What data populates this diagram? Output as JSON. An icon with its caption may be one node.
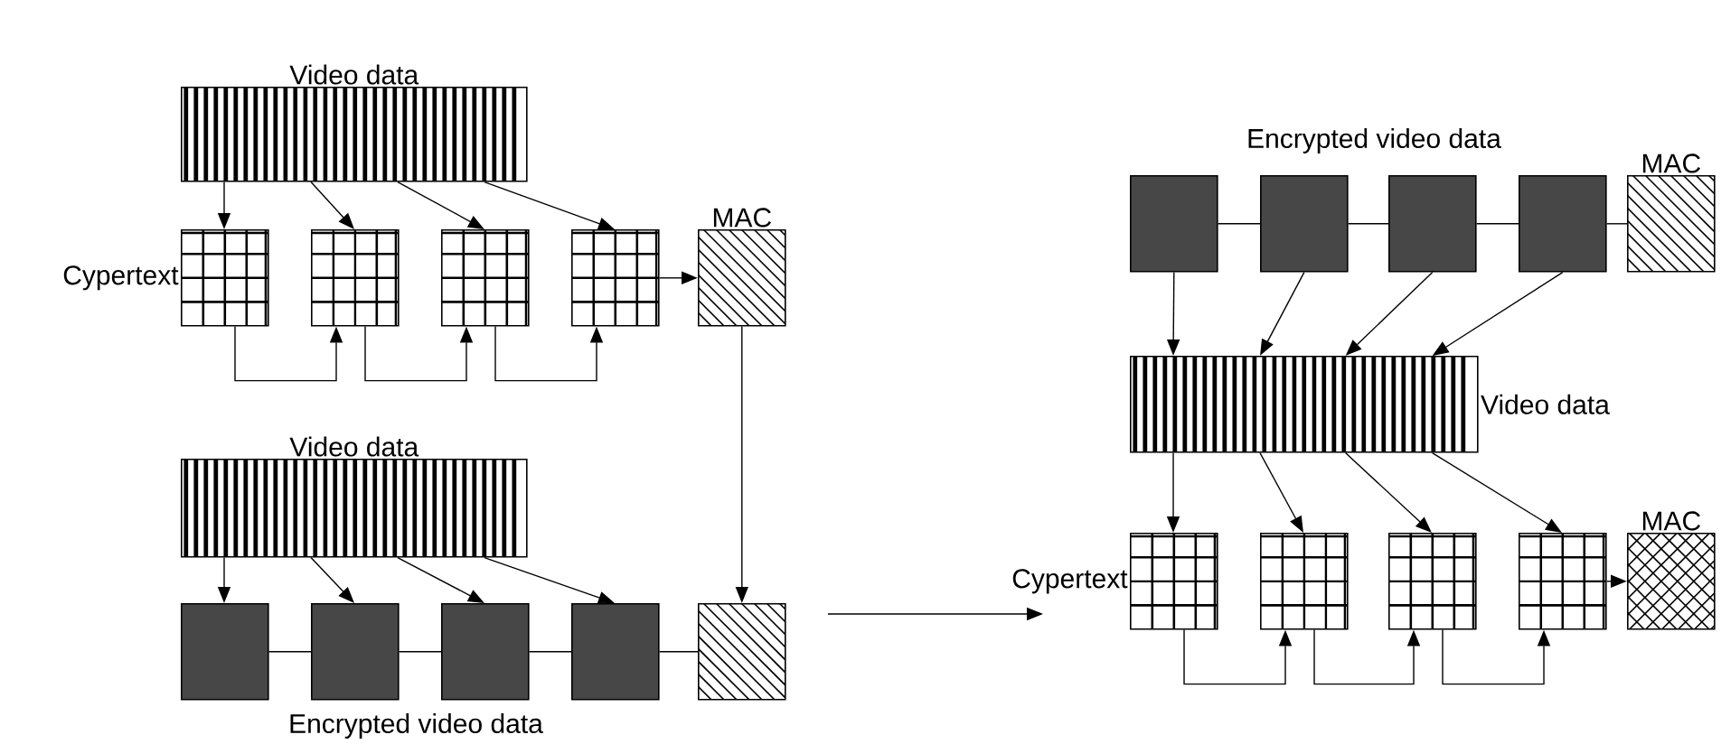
{
  "diagram": {
    "nodes": [
      {
        "text": [
          "Video data"
        ]
      },
      {
        "text": [],
        "shape": "box",
        "beside": [
          "Cypertext"
        ]
      },
      {
        "text": [],
        "shape": "box"
      },
      {
        "text": [],
        "shape": "box"
      },
      {
        "text": [],
        "shape": "box"
      },
      {
        "text": [
          "MAC"
        ]
      },
      {
        "text": [
          "Video data"
        ]
      },
      {
        "text": [],
        "shape": "box"
      },
      {
        "text": [],
        "shape": "box"
      },
      {
        "text": [],
        "shape": "box"
      },
      {
        "text": [],
        "shape": "box"
      },
      {
        "text": [],
        "shape": "box"
      },
      {
        "text": [],
        "shape": "box"
      },
      {
        "text": [],
        "shape": "box"
      },
      {
        "text": [],
        "shape": "box"
      },
      {
        "text": [],
        "shape": "box"
      },
      {
        "text": [
          "MAC"
        ]
      },
      {
        "text": [
          "Video data"
        ]
      },
      {
        "text": [],
        "shape": "box",
        "beside": [
          "Cypertext"
        ]
      },
      {
        "text": [],
        "shape": "box"
      },
      {
        "text": [],
        "shape": "box"
      },
      {
        "text": [],
        "shape": "box"
      },
      {
        "text": [
          "MAC"
        ]
      }
    ],
    "edges": [
      {
        "from": 0,
        "to": 1,
        "arrow": "to"
      },
      {
        "from": 0,
        "to": 2,
        "arrow": "to"
      },
      {
        "from": 0,
        "to": 3,
        "arrow": "to"
      },
      {
        "from": 0,
        "to": 4,
        "arrow": "to"
      },
      {
        "from": 1,
        "to": 2,
        "arrow": "to"
      },
      {
        "from": 2,
        "to": 3,
        "arrow": "to"
      },
      {
        "from": 3,
        "to": 4,
        "arrow": "to"
      },
      {
        "from": 4,
        "to": 5,
        "arrow": "to"
      },
      {
        "from": 5,
        "to": 11,
        "arrow": "to"
      },
      {
        "from": 6,
        "to": 7,
        "arrow": "to"
      },
      {
        "from": 6,
        "to": 8,
        "arrow": "to"
      },
      {
        "from": 6,
        "to": 9,
        "arrow": "to"
      },
      {
        "from": 6,
        "to": 10,
        "arrow": "to"
      },
      {
        "from": 7,
        "to": 8,
        "arrow": "none"
      },
      {
        "from": 8,
        "to": 9,
        "arrow": "none"
      },
      {
        "from": 9,
        "to": 10,
        "arrow": "none"
      },
      {
        "from": 10,
        "to": 11,
        "arrow": "none"
      },
      {
        "from": 12,
        "to": 13,
        "arrow": "none"
      },
      {
        "from": 13,
        "to": 14,
        "arrow": "none"
      },
      {
        "from": 14,
        "to": 15,
        "arrow": "none"
      },
      {
        "from": 15,
        "to": 16,
        "arrow": "none"
      },
      {
        "from": 12,
        "to": 17,
        "arrow": "to"
      },
      {
        "from": 13,
        "to": 17,
        "arrow": "to"
      },
      {
        "from": 14,
        "to": 17,
        "arrow": "to"
      },
      {
        "from": 15,
        "to": 17,
        "arrow": "to"
      },
      {
        "from": 17,
        "to": 18,
        "arrow": "to"
      },
      {
        "from": 17,
        "to": 19,
        "arrow": "to"
      },
      {
        "from": 17,
        "to": 20,
        "arrow": "to"
      },
      {
        "from": 17,
        "to": 21,
        "arrow": "to"
      },
      {
        "from": 18,
        "to": 19,
        "arrow": "to"
      },
      {
        "from": 19,
        "to": 20,
        "arrow": "to"
      },
      {
        "from": 20,
        "to": 21,
        "arrow": "to"
      },
      {
        "from": 21,
        "to": 22,
        "arrow": "to"
      }
    ],
    "labels": [
      "Encrypted video data",
      "Encrypted video data"
    ]
  }
}
